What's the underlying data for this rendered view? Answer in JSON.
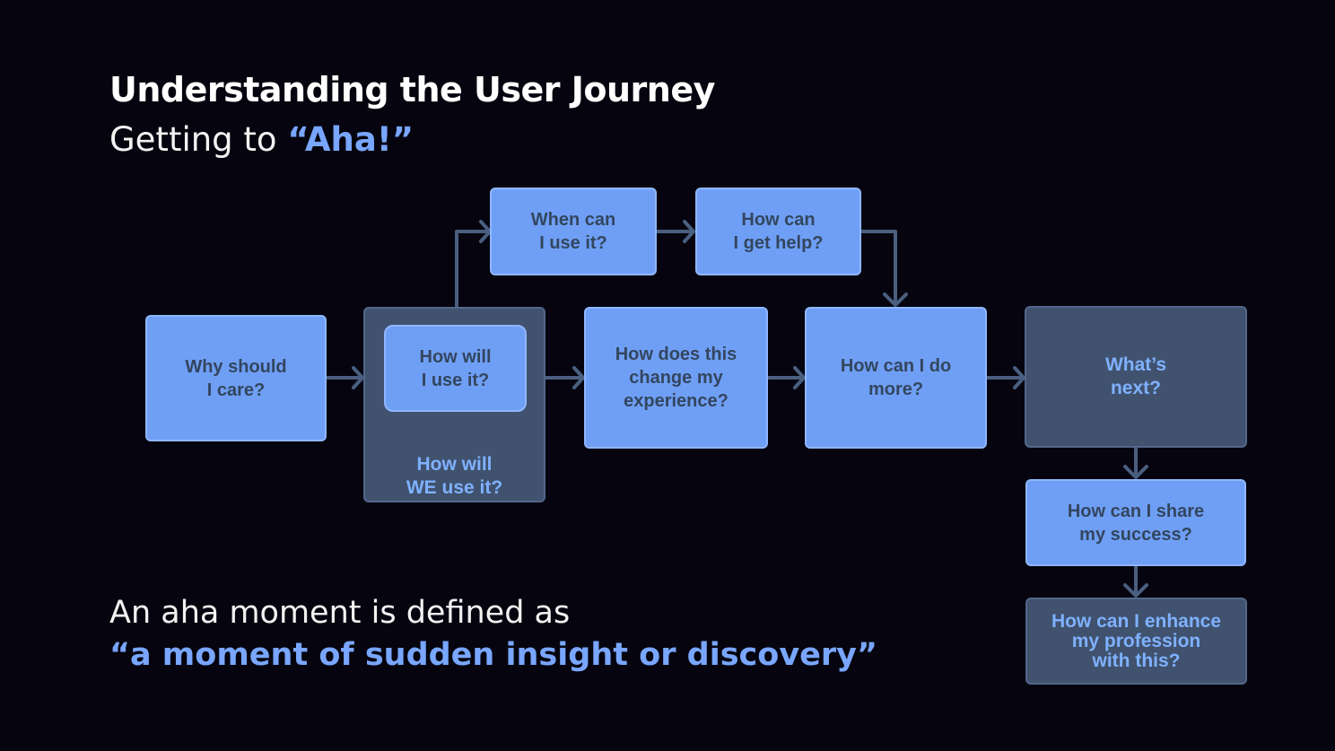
{
  "header": {
    "title": "Understanding the User Journey",
    "subtitle_prefix": "Getting to ",
    "subtitle_accent": "“Aha!”"
  },
  "footer": {
    "definition_line": "An aha moment is defined as",
    "definition_quote": "“a moment of sudden insight or discovery”"
  },
  "diagram": {
    "nodes": {
      "why_care": "Why should\nI care?",
      "we_use_label": "How will\nWE use it?",
      "i_use": "How will\nI use it?",
      "when_use": "When can\nI use it?",
      "get_help": "How can\nI get help?",
      "change_experience": "How does this\nchange my\nexperience?",
      "do_more": "How can I do\nmore?",
      "whats_next": "What’s\nnext?",
      "share_success": "How can I share\nmy success?",
      "enhance_profession": "How can I enhance\nmy profession\nwith this?"
    },
    "colors": {
      "light_box": "#6f9ff5",
      "dark_box": "#40526e",
      "arrow": "#4a5f80",
      "accent_text": "#79a6ff"
    }
  }
}
